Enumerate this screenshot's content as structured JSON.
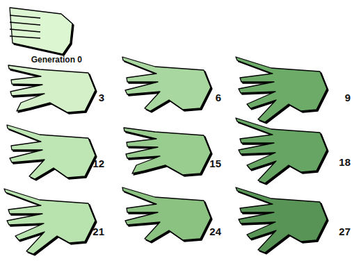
{
  "diagram": {
    "labels": [
      "Generation 0",
      "3",
      "6",
      "9",
      "12",
      "15",
      "18",
      "21",
      "24",
      "27"
    ]
  }
}
